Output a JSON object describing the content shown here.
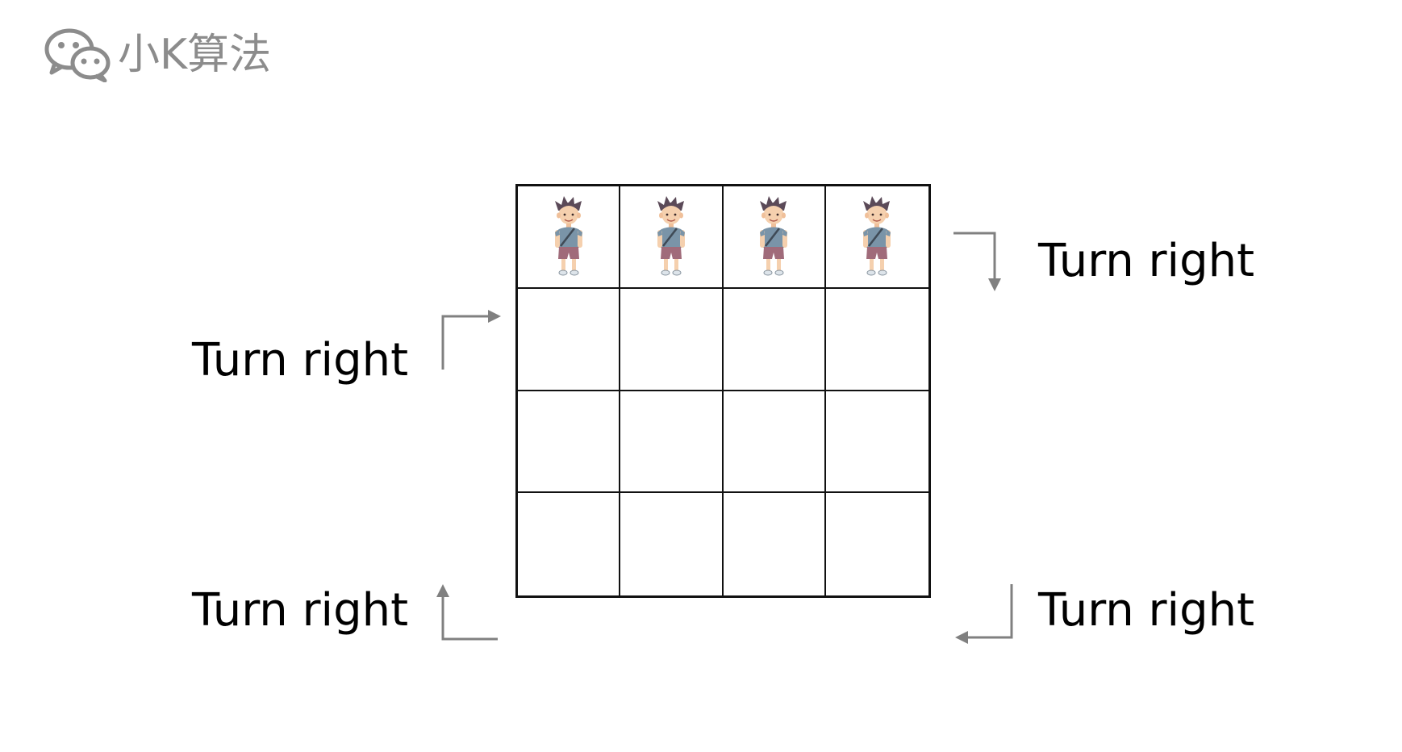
{
  "brand": {
    "name": "小K算法",
    "icon": "wechat-icon"
  },
  "grid": {
    "rows": 4,
    "cols": 4,
    "occupied_row": 1,
    "figure": "boy-figure-icon",
    "figure_count": 4
  },
  "annotations": {
    "top_right": "Turn right",
    "left_mid": "Turn right",
    "bottom_left": "Turn right",
    "bottom_right": "Turn right"
  },
  "colors": {
    "arrow": "#808080",
    "grid_line": "#111111",
    "brand": "#8c8c8c"
  }
}
